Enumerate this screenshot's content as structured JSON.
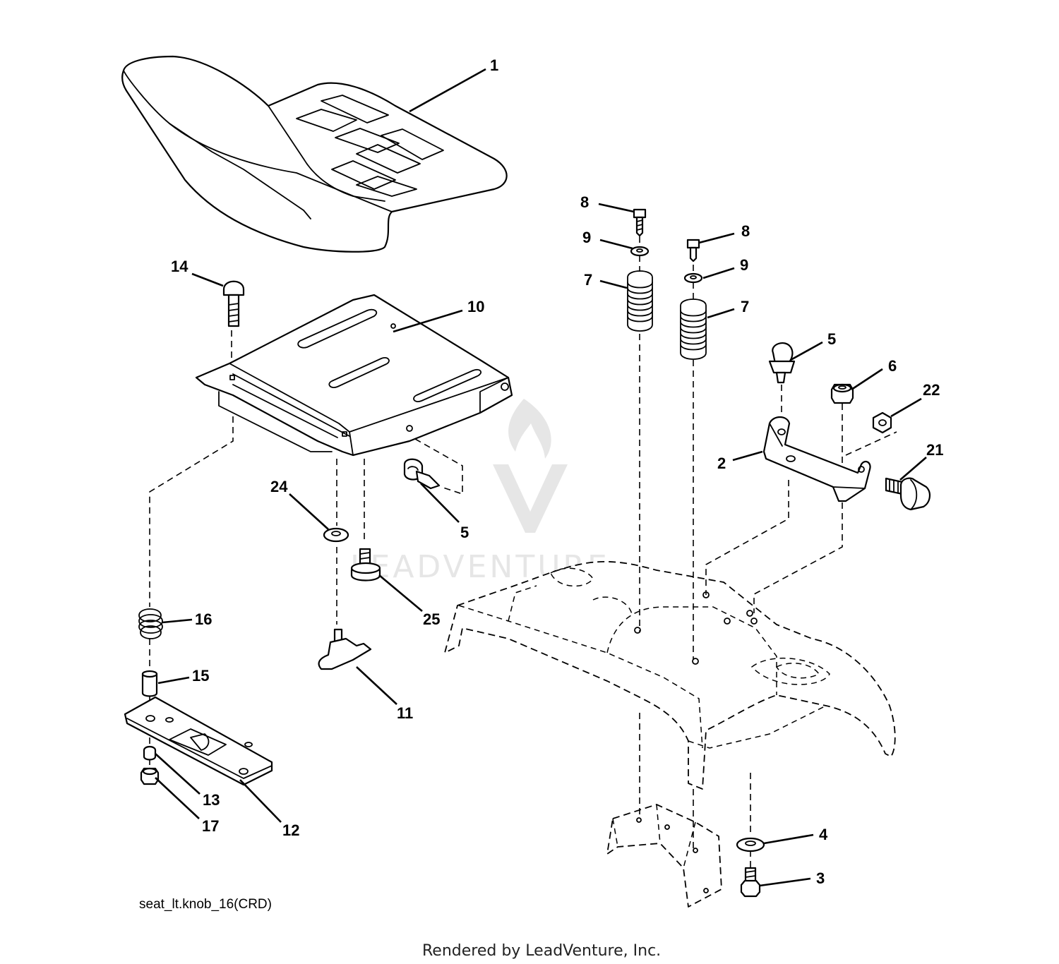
{
  "diagram": {
    "reference_code": "seat_lt.knob_16(CRD)",
    "credit": "Rendered by LeadVenture, Inc.",
    "watermark": "LEADVENTURE",
    "callouts": [
      {
        "id": "seat",
        "label": "1"
      },
      {
        "id": "seat-bracket",
        "label": "2"
      },
      {
        "id": "bolt-rear",
        "label": "3"
      },
      {
        "id": "washer-rear",
        "label": "4"
      },
      {
        "id": "clip-right",
        "label": "5"
      },
      {
        "id": "clip-pan",
        "label": "5"
      },
      {
        "id": "nut-bracket",
        "label": "6"
      },
      {
        "id": "spring-left",
        "label": "7"
      },
      {
        "id": "spring-right",
        "label": "7"
      },
      {
        "id": "screw-left",
        "label": "8"
      },
      {
        "id": "screw-right",
        "label": "8"
      },
      {
        "id": "washer-left",
        "label": "9"
      },
      {
        "id": "washer-right",
        "label": "9"
      },
      {
        "id": "seat-pan",
        "label": "10"
      },
      {
        "id": "knob",
        "label": "11"
      },
      {
        "id": "slide-plate",
        "label": "12"
      },
      {
        "id": "washer-slide",
        "label": "13"
      },
      {
        "id": "carriage-bolt",
        "label": "14"
      },
      {
        "id": "spacer",
        "label": "15"
      },
      {
        "id": "spring-front",
        "label": "16"
      },
      {
        "id": "nut-slide",
        "label": "17"
      },
      {
        "id": "shoulder-bolt",
        "label": "21"
      },
      {
        "id": "nut-side",
        "label": "22"
      },
      {
        "id": "washer-pan",
        "label": "24"
      },
      {
        "id": "bolt-pan",
        "label": "25"
      }
    ]
  }
}
